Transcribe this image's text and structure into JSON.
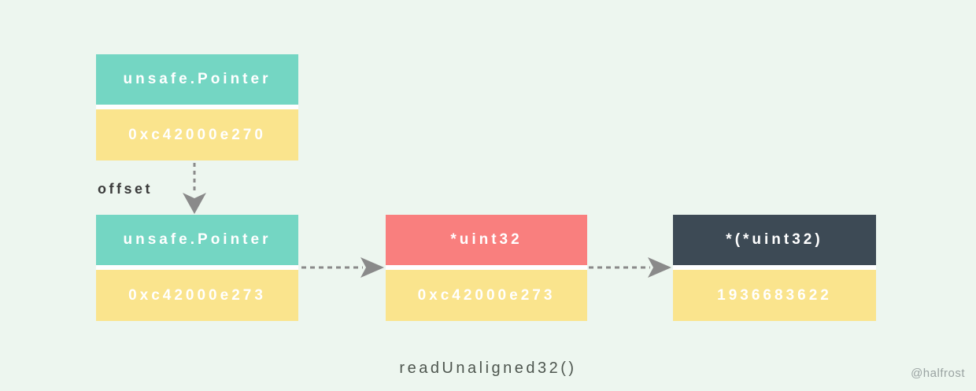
{
  "diagram": {
    "title": "readUnaligned32()",
    "credit": "@halfrost",
    "offset_label": "offset",
    "nodes": [
      {
        "id": "src-pointer",
        "type_label": "unsafe.Pointer",
        "value_label": "0xc42000e270",
        "type_color": "#74d6c3",
        "value_color": "#fae48d"
      },
      {
        "id": "offset-pointer",
        "type_label": "unsafe.Pointer",
        "value_label": "0xc42000e273",
        "type_color": "#74d6c3",
        "value_color": "#fae48d"
      },
      {
        "id": "uint32-pointer",
        "type_label": "*uint32",
        "value_label": "0xc42000e273",
        "type_color": "#f97f7e",
        "value_color": "#fae48d"
      },
      {
        "id": "deref-value",
        "type_label": "*(*uint32)",
        "value_label": "1936683622",
        "type_color": "#3d4a55",
        "value_color": "#fae48d"
      }
    ],
    "colors": {
      "background": "#edf6ef",
      "teal": "#74d6c3",
      "yellow": "#fae48d",
      "red": "#f97f7e",
      "dark_slate": "#3d4a55",
      "arrow": "#8a8a8a",
      "label_text": "#3b3b3b",
      "title_text": "#4e564f",
      "credit_text": "#9aa3a2",
      "box_text": "#ffffff"
    }
  }
}
